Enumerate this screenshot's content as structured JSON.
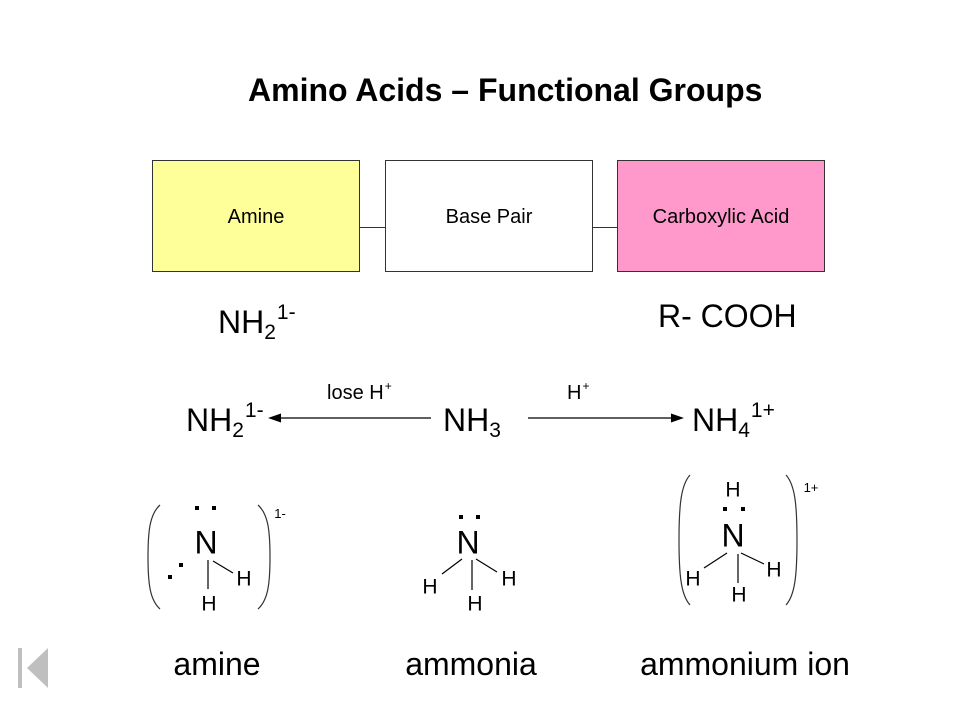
{
  "title": "Amino Acids – Functional Groups",
  "boxes": [
    {
      "label": "Amine",
      "color": "#FFFF99"
    },
    {
      "label": "Base Pair",
      "color": "#FFFFFF"
    },
    {
      "label": "Carboxylic Acid",
      "color": "#FF99CC"
    }
  ],
  "group_formulas": {
    "amine": {
      "base": "NH",
      "sub": "2",
      "sup": "1-"
    },
    "acid": "R- COOH"
  },
  "equilibrium": {
    "left": {
      "base": "NH",
      "sub": "2",
      "sup": "1-"
    },
    "center": {
      "base": "NH",
      "sub": "3"
    },
    "right": {
      "base": "NH",
      "sub": "4",
      "sup": "1+"
    },
    "left_label": {
      "text": "lose H",
      "sup": "+"
    },
    "right_label": {
      "text": "H",
      "sup": "+"
    }
  },
  "structures": {
    "amine": {
      "center": "N",
      "hydrogens": [
        "H",
        "H"
      ],
      "charge": "1-",
      "caption": "amine"
    },
    "ammonia": {
      "center": "N",
      "hydrogens": [
        "H",
        "H",
        "H"
      ],
      "caption": "ammonia"
    },
    "ammonium": {
      "center": "N",
      "hydrogens": [
        "H",
        "H",
        "H",
        "H"
      ],
      "charge": "1+",
      "caption": "ammonium ion"
    }
  },
  "nav": {
    "icon": "first-slide-icon",
    "color": "#BFBFBF"
  }
}
